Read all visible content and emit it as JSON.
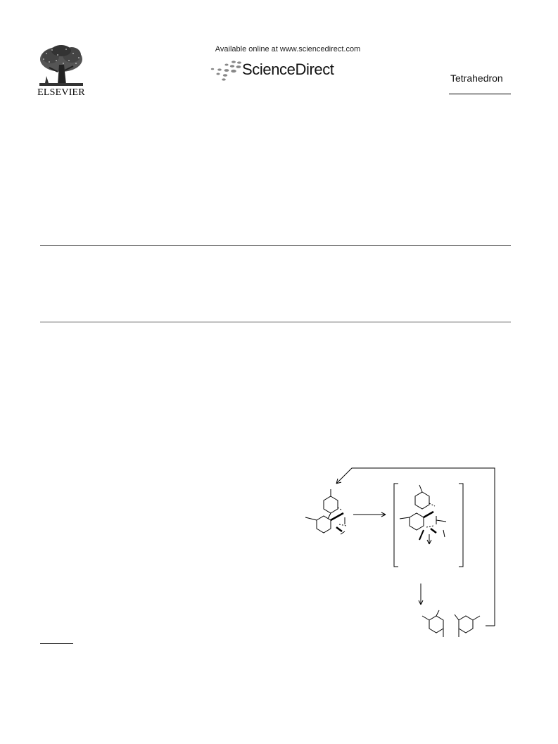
{
  "header": {
    "publisher_logo": {
      "icon": "elsevier-tree-icon",
      "wordmark": "ELSEVIER"
    },
    "available_online": "Available online at www.sciencedirect.com",
    "platform": {
      "icon": "sciencedirect-dots-icon",
      "name": "ScienceDirect"
    },
    "journal": "Tetrahedron"
  }
}
